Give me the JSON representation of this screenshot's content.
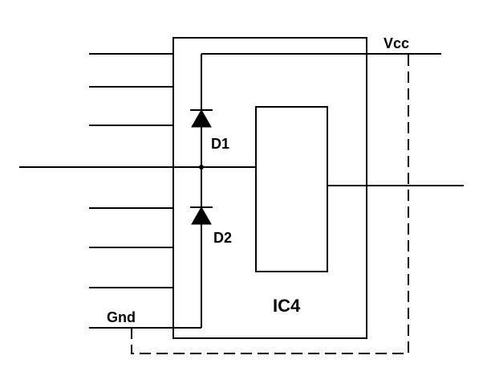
{
  "labels": {
    "vcc": "Vcc",
    "gnd": "Gnd",
    "d1": "D1",
    "d2": "D2",
    "ic": "IC4"
  }
}
